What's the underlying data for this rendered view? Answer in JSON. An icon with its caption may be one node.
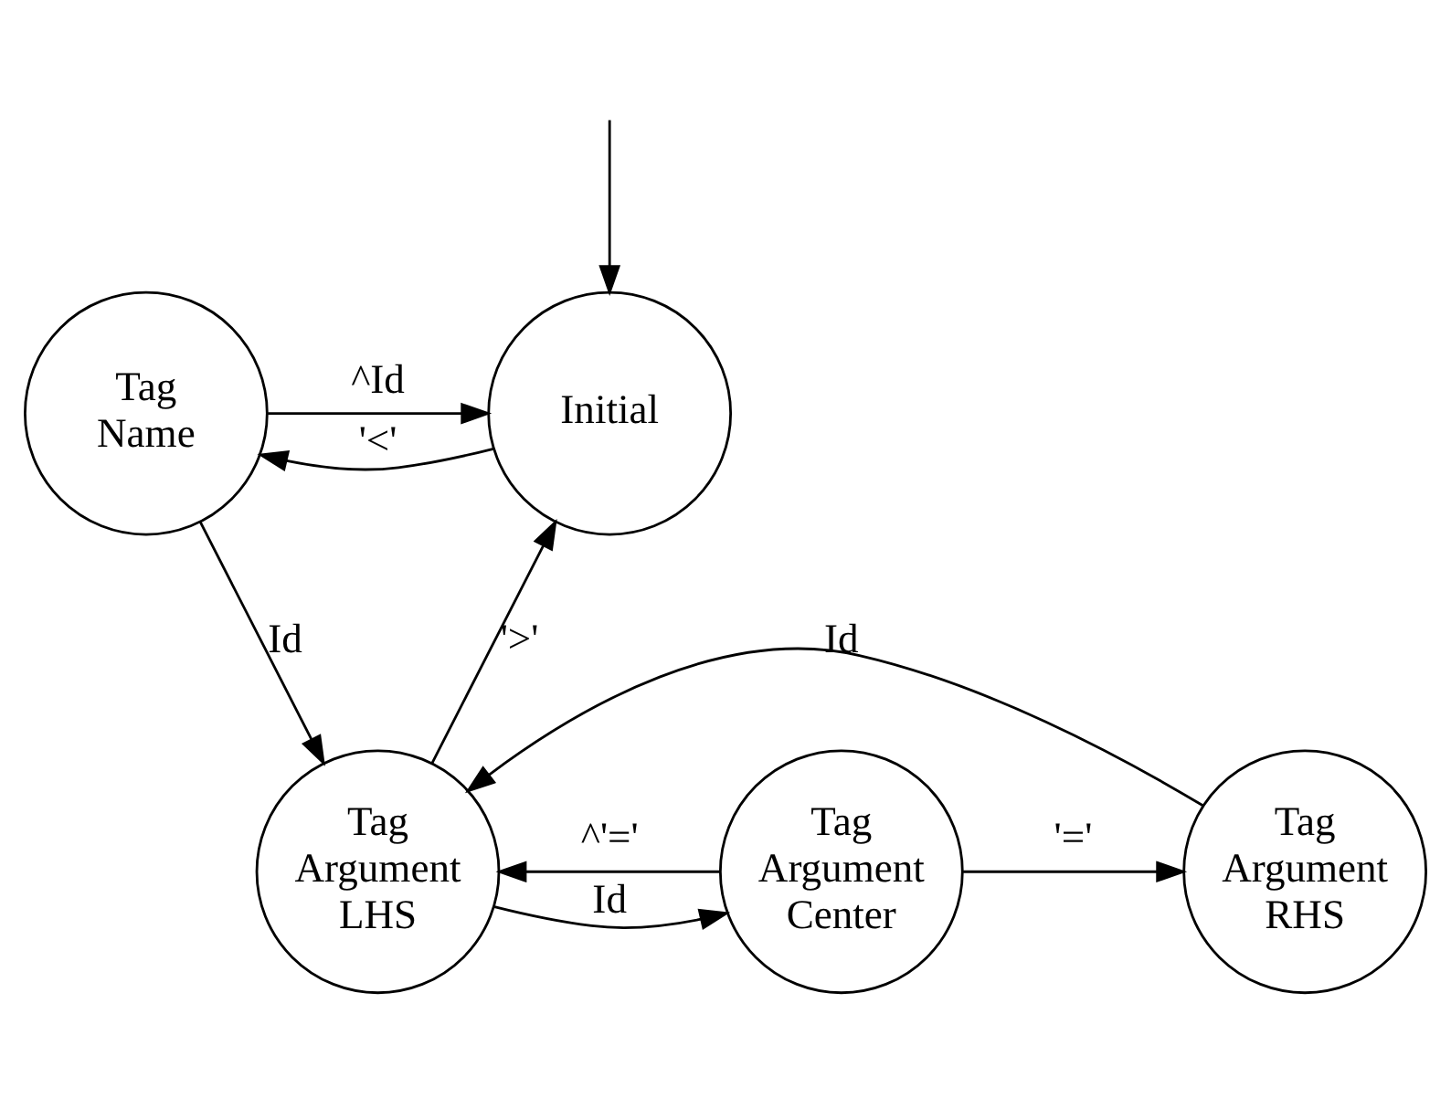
{
  "diagram": {
    "nodes": [
      {
        "text": [
          "Initial"
        ]
      },
      {
        "text": [
          "Tag Name"
        ]
      },
      {
        "text": [
          "Tag Argument LHS"
        ]
      },
      {
        "text": [
          "Tag Argument Center"
        ]
      },
      {
        "text": [
          "Tag Argument RHS"
        ]
      }
    ],
    "edges": [
      {
        "from": null,
        "to": 0,
        "arrow": "to"
      },
      {
        "from": 0,
        "to": 1,
        "arrow": "to",
        "label": "'<'"
      },
      {
        "from": 1,
        "to": 0,
        "arrow": "to",
        "label": "^Id"
      },
      {
        "from": 1,
        "to": 2,
        "arrow": "to",
        "label": "Id"
      },
      {
        "from": 2,
        "to": 0,
        "arrow": "to",
        "label": "'>'"
      },
      {
        "from": 3,
        "to": 2,
        "arrow": "to",
        "label": "^'='"
      },
      {
        "from": 2,
        "to": 3,
        "arrow": "to",
        "label": "Id"
      },
      {
        "from": 3,
        "to": 4,
        "arrow": "to",
        "label": "'='"
      },
      {
        "from": 4,
        "to": 2,
        "arrow": "to",
        "label": "Id"
      }
    ]
  }
}
